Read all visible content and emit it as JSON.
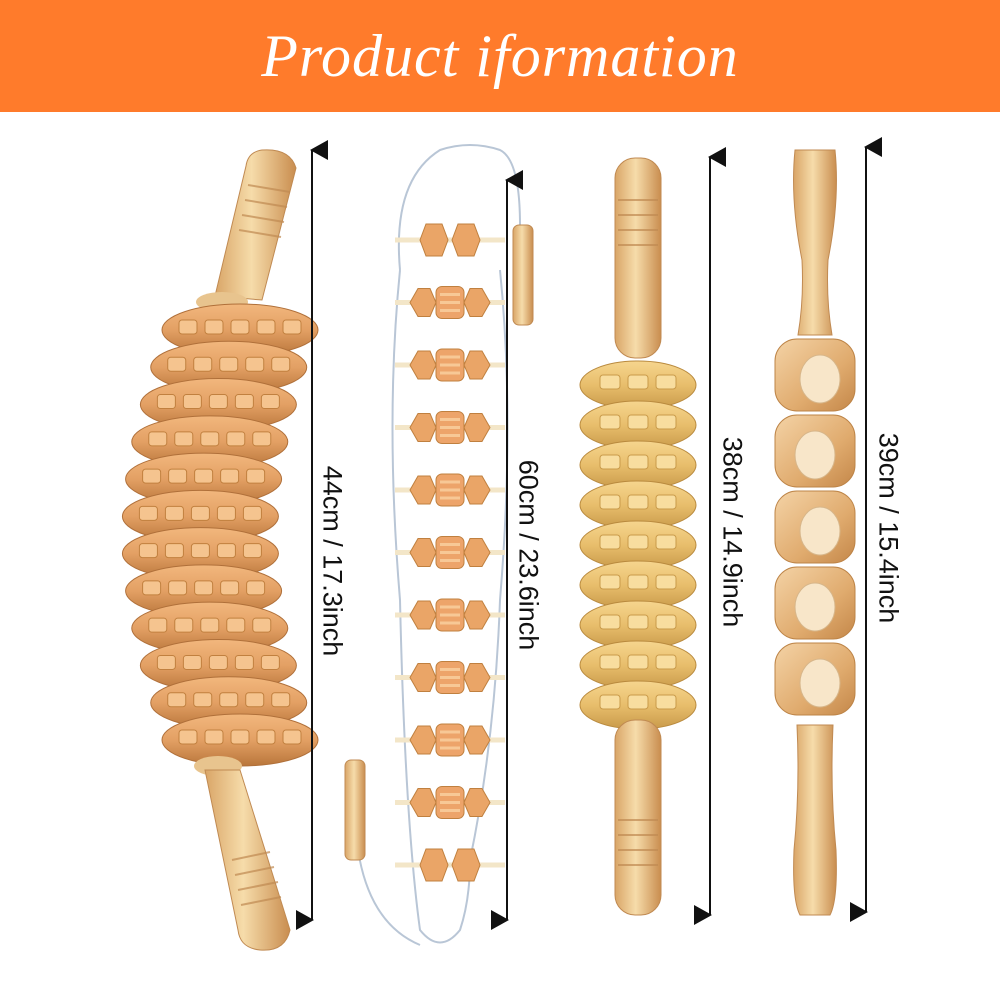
{
  "banner": {
    "title": "Product iformation",
    "background_color": "#ff7b2b",
    "text_color": "#ffffff"
  },
  "products": [
    {
      "name_icon": "wooden-roller-massager-curved-icon",
      "dimension_label": "44cm / 17.3inch"
    },
    {
      "name_icon": "rope-wooden-massager-icon",
      "dimension_label": "60cm / 23.6inch"
    },
    {
      "name_icon": "wooden-roller-massager-straight-icon",
      "dimension_label": "38cm / 14.9inch"
    },
    {
      "name_icon": "wooden-ball-massager-icon",
      "dimension_label": "39cm / 15.4inch"
    }
  ],
  "colors": {
    "wood_light": "#f0cf93",
    "wood_mid": "#e9a868",
    "wood_dark": "#c98446",
    "rope": "#b9c6d6"
  }
}
